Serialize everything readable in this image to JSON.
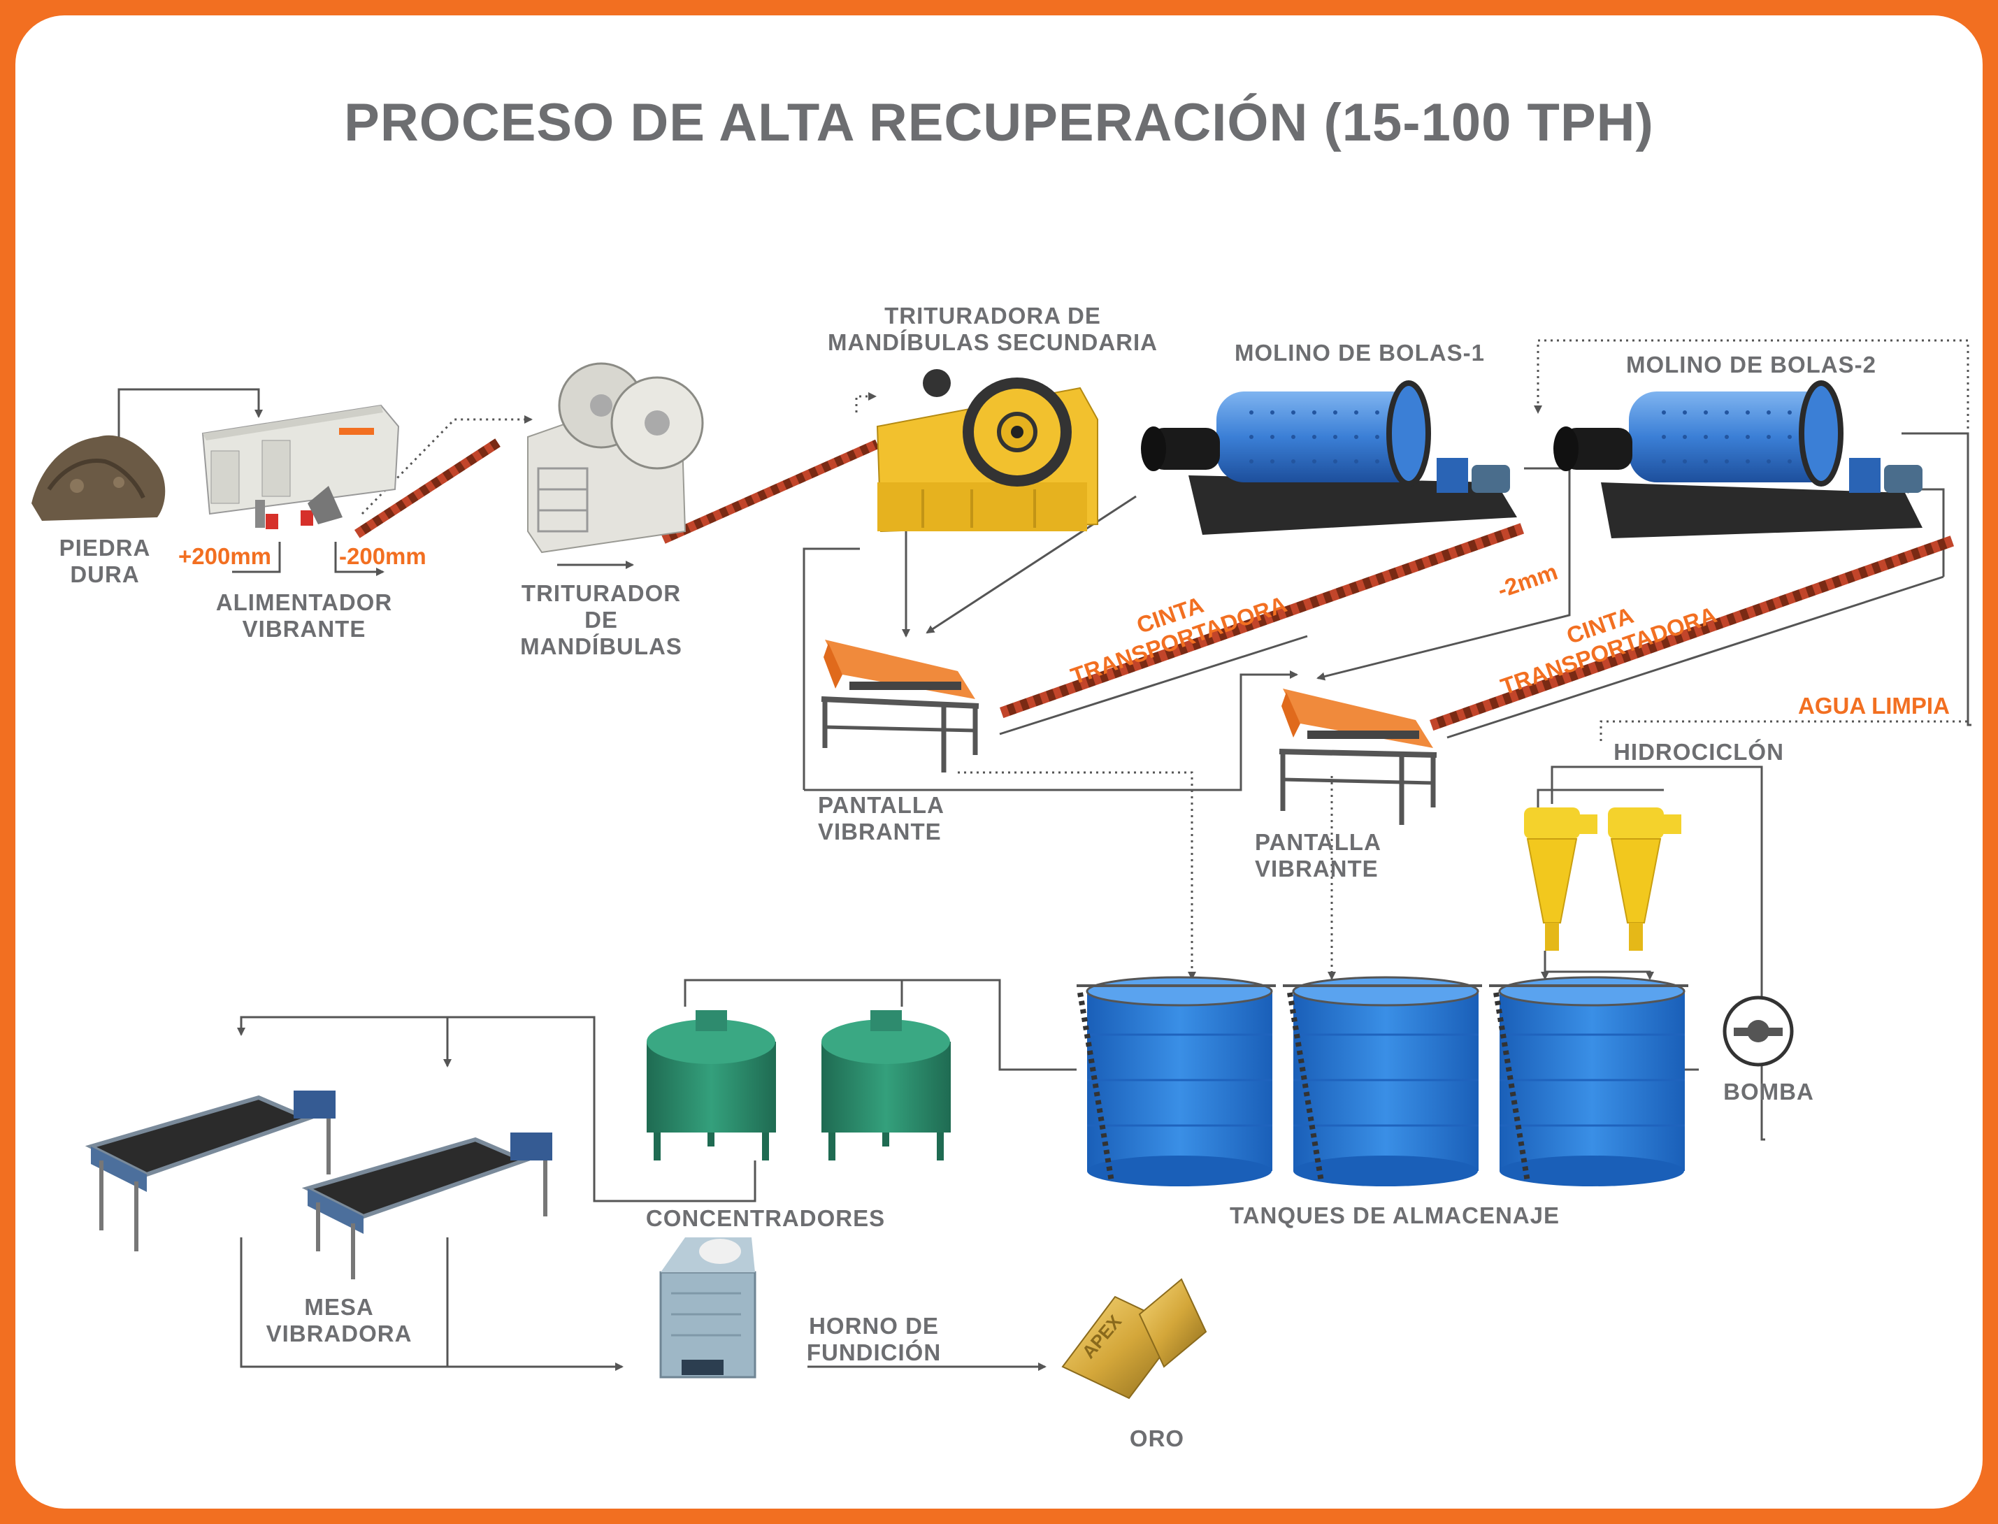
{
  "title": "PROCESO DE ALTA RECUPERACIÓN (15-100 TPH)",
  "labels": {
    "piedra_dura": [
      "PIEDRA",
      "DURA"
    ],
    "alimentador": [
      "ALIMENTADOR",
      "VIBRANTE"
    ],
    "triturador": [
      "TRITURADOR",
      "DE",
      "MANDÍBULAS"
    ],
    "trituradora_sec": [
      "TRITURADORA DE",
      "MANDÍBULAS SECUNDARIA"
    ],
    "molino1": "MOLINO DE BOLAS-1",
    "molino2": "MOLINO DE BOLAS-2",
    "pantalla1": [
      "PANTALLA",
      "VIBRANTE"
    ],
    "pantalla2": [
      "PANTALLA",
      "VIBRANTE"
    ],
    "hidrociclon": "HIDROCICLÓN",
    "bomba": "BOMBA",
    "tanques": "TANQUES DE ALMACENAJE",
    "concentradores": "CONCENTRADORES",
    "mesa": [
      "MESA",
      "VIBRADORA"
    ],
    "horno": [
      "HORNO DE",
      "FUNDICIÓN"
    ],
    "oro": "ORO"
  },
  "annotations": {
    "plus200": "+200mm",
    "minus200": "-200mm",
    "minus2": "-2mm",
    "cinta1": [
      "CINTA",
      "TRANSPORTADORA"
    ],
    "cinta2": [
      "CINTA",
      "TRANSPORTADORA"
    ],
    "agua": "AGUA LIMPIA"
  },
  "gold_bar_text": "APEX",
  "colors": {
    "frame": "#f26f21",
    "label_gray": "#6d6e71",
    "accent_orange": "#f26f21",
    "mill_blue": "#3b7fd6",
    "tank_blue": "#2f7fd8",
    "crusher_yellow": "#f2c12e",
    "concentrator_green": "#2e8b6e",
    "gold": "#d4a73a"
  }
}
